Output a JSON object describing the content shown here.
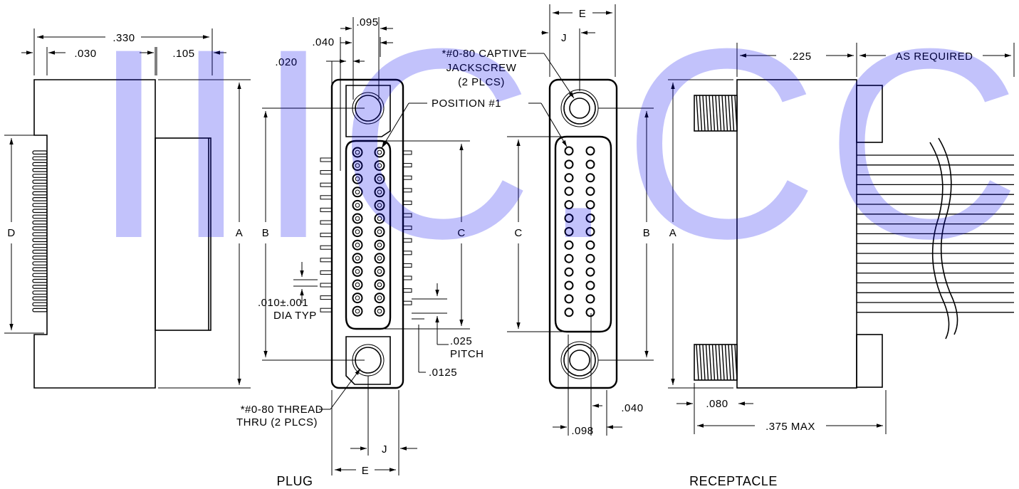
{
  "watermark": "IIIC.CC",
  "captions": {
    "plug": "PLUG",
    "receptacle": "RECEPTACLE"
  },
  "plug_side": {
    "overall": ".330",
    "left": ".030",
    "right": ".105",
    "height_a": "A",
    "height_d": "D"
  },
  "plug_front": {
    "dim_095": ".095",
    "dim_040": ".040",
    "dim_020": ".020",
    "b": "B",
    "c": "C",
    "position": "POSITION #1",
    "tail_dia_1": ".010±.001",
    "tail_dia_2": "DIA TYP",
    "pitch_1": ".025",
    "pitch_2": "PITCH",
    "dim_0125": ".0125",
    "thread_1": "*#0-80 THREAD",
    "thread_2": "THRU (2 PLCS)",
    "j": "J",
    "e": "E"
  },
  "receptacle_front": {
    "e": "E",
    "j": "J",
    "jack_1": "*#0-80 CAPTIVE",
    "jack_2": "JACKSCREW",
    "jack_3": "(2 PLCS)",
    "c": "C",
    "b": "B",
    "a": "A",
    "dim_098": ".098",
    "dim_040": ".040"
  },
  "receptacle_side": {
    "dim_225": ".225",
    "as_required": "AS REQUIRED",
    "dim_080": ".080",
    "max": ".375 MAX"
  },
  "colors": {
    "line": "#000000",
    "watermark": "#0000ee"
  }
}
